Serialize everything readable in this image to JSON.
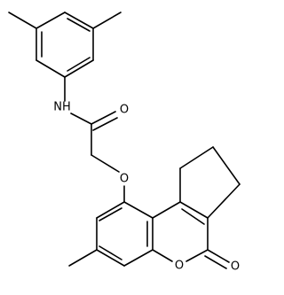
{
  "molecule": {
    "atoms": {
      "nh": "NH",
      "o_carbonyl": "O",
      "o_ether": "O",
      "o_ring": "O",
      "o_lactone": "O"
    }
  }
}
